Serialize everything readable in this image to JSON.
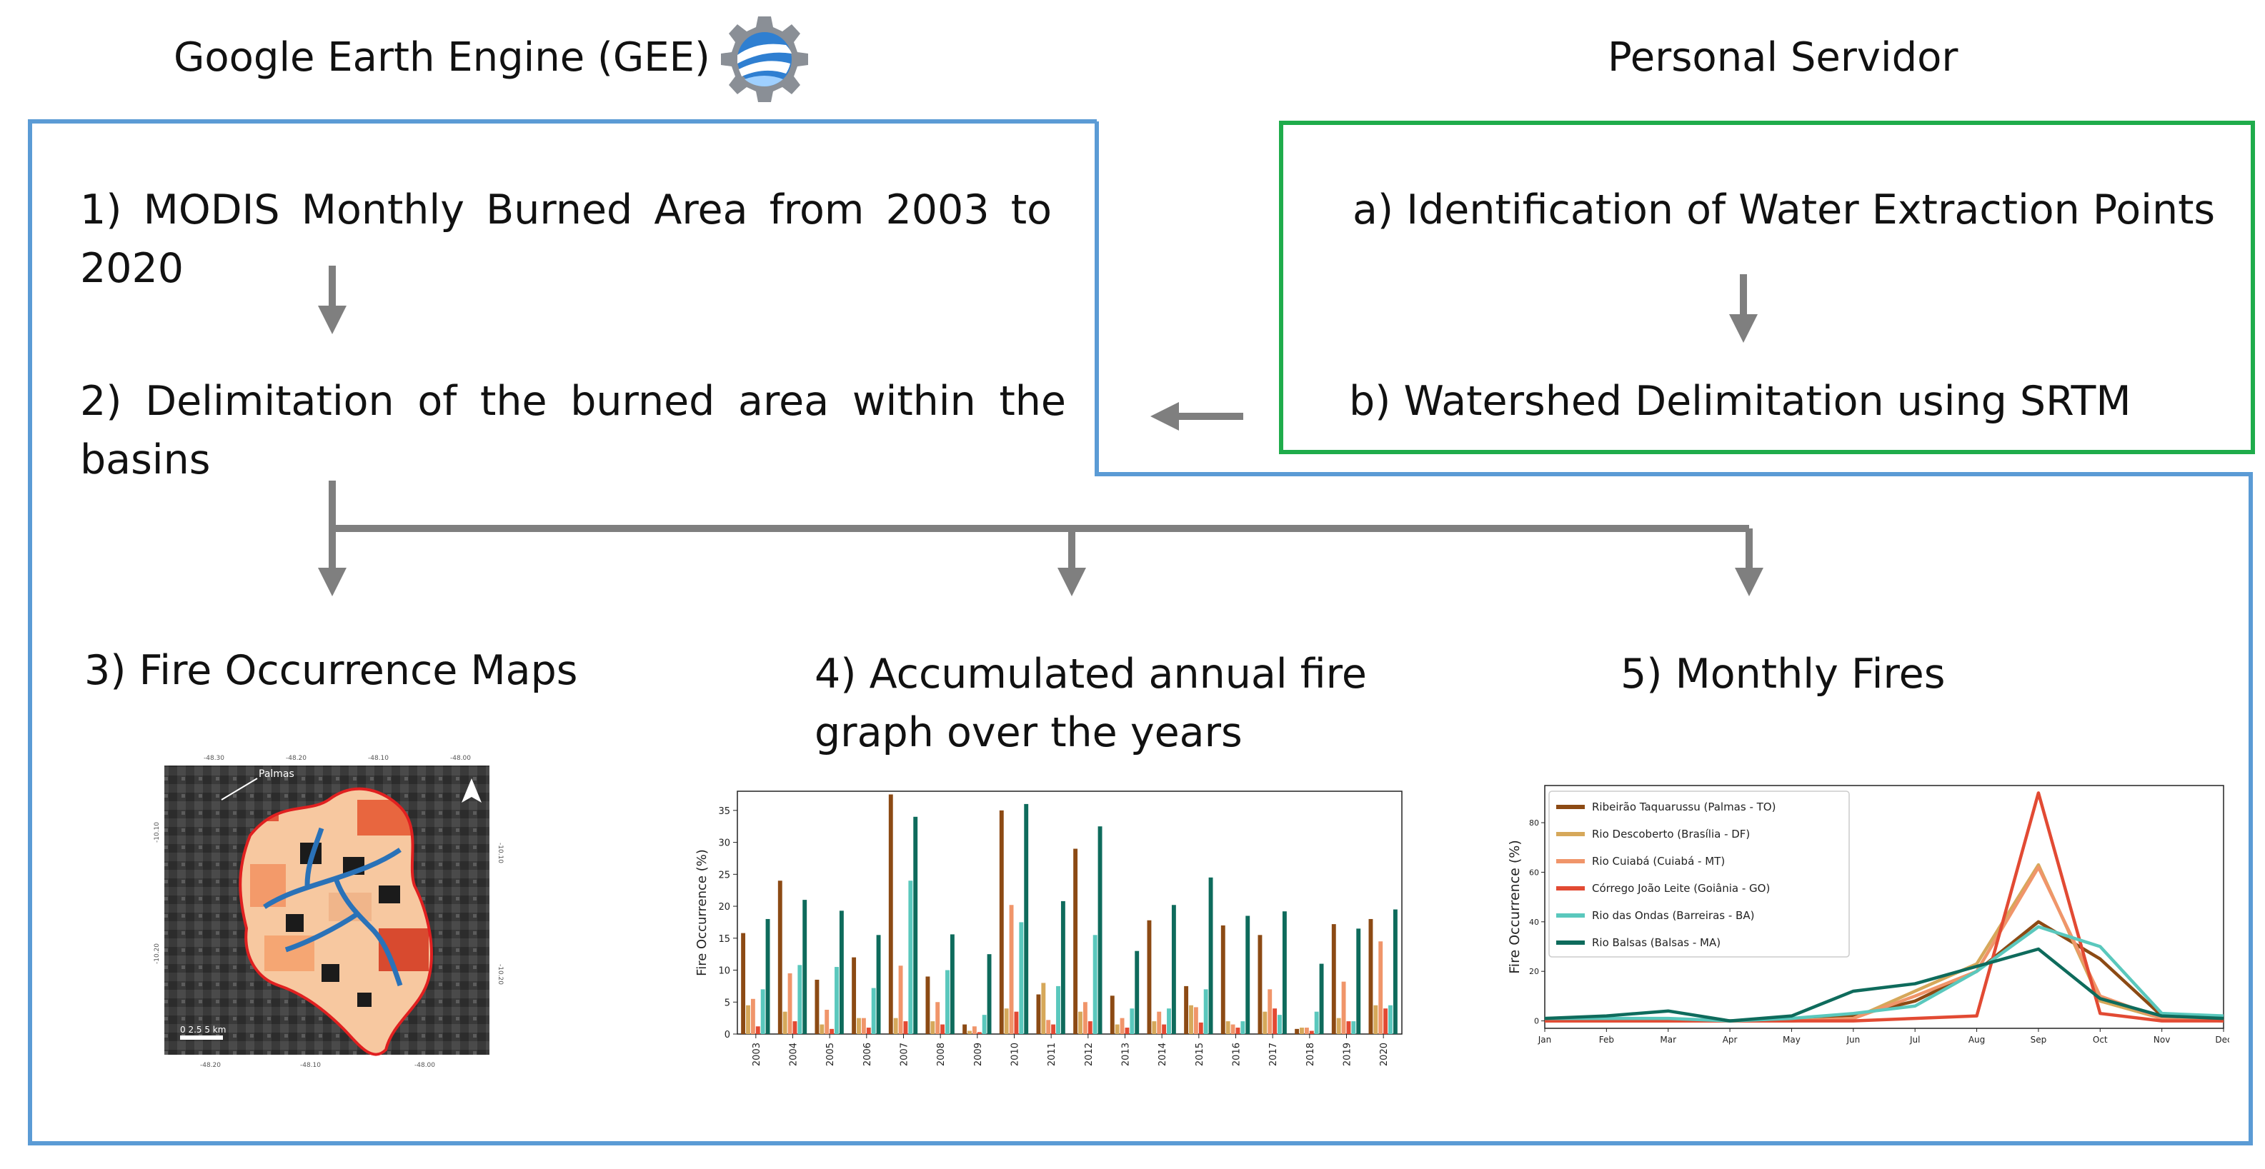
{
  "headers": {
    "gee": "Google Earth Engine (GEE)",
    "personal": "Personal Servidor"
  },
  "steps": {
    "s1": "1) MODIS Monthly Burned Area from 2003 to 2020",
    "s2": "2) Delimitation of the burned area within the basins",
    "sa": "a) Identification of Water Extraction Points",
    "sb": "b) Watershed Delimitation using SRTM",
    "s3": "3) Fire Occurrence Maps",
    "s4": "4) Accumulated annual fire graph over the years",
    "s5": "5) Monthly Fires"
  },
  "map": {
    "city_label": "Palmas",
    "scale_label": "0   2.5   5 km",
    "top_ticks": [
      "-48.30",
      "-48.20",
      "-48.10",
      "-48.00"
    ],
    "bottom_ticks": [
      "-48.20",
      "-48.10",
      "-48.00"
    ],
    "left_ticks": [
      "-10.10",
      "-10.20"
    ],
    "right_ticks": [
      "-10.10",
      "-10.20"
    ]
  },
  "colors": {
    "gee_box": "#5b9bd5",
    "server_box": "#1fac4b",
    "arrow": "#7f7f7f",
    "series": [
      "#8c4a14",
      "#d6a85a",
      "#f0956a",
      "#e24a33",
      "#5ac8bd",
      "#0e6b5c"
    ]
  },
  "chart_data": [
    {
      "type": "bar",
      "title": "",
      "ylabel": "Fire Occurrence (%)",
      "xlabel": "",
      "ylim": [
        0,
        38
      ],
      "yticks": [
        0,
        5,
        10,
        15,
        20,
        25,
        30,
        35
      ],
      "categories": [
        "2003",
        "2004",
        "2005",
        "2006",
        "2007",
        "2008",
        "2009",
        "2010",
        "2011",
        "2012",
        "2013",
        "2014",
        "2015",
        "2016",
        "2017",
        "2018",
        "2019",
        "2020"
      ],
      "series": [
        {
          "values": [
            15.8,
            24.0,
            8.5,
            12.0,
            37.5,
            9.0,
            1.5,
            35.0,
            6.2,
            29.0,
            6.0,
            17.8,
            7.5,
            17.0,
            15.5,
            0.8,
            17.2,
            18.0
          ]
        },
        {
          "values": [
            4.5,
            3.5,
            1.5,
            2.5,
            2.5,
            2.0,
            0.5,
            4.0,
            8.0,
            3.5,
            1.5,
            2.0,
            4.5,
            2.0,
            3.5,
            1.0,
            2.5,
            4.5
          ]
        },
        {
          "values": [
            5.5,
            9.5,
            3.8,
            2.5,
            10.7,
            5.0,
            1.2,
            20.2,
            2.2,
            5.0,
            2.5,
            3.5,
            4.2,
            1.5,
            7.0,
            1.0,
            8.2,
            14.5
          ]
        },
        {
          "values": [
            1.2,
            2.0,
            0.8,
            1.0,
            2.0,
            1.5,
            0.3,
            3.5,
            1.5,
            2.0,
            1.0,
            1.5,
            1.8,
            1.0,
            4.0,
            0.5,
            2.0,
            4.0
          ]
        },
        {
          "values": [
            7.0,
            10.8,
            10.5,
            7.2,
            24.0,
            10.0,
            3.0,
            17.5,
            7.5,
            15.5,
            4.0,
            4.0,
            7.0,
            2.0,
            3.0,
            3.5,
            2.0,
            4.5
          ]
        },
        {
          "values": [
            18.0,
            21.0,
            19.3,
            15.5,
            34.0,
            15.6,
            12.5,
            36.0,
            20.8,
            32.5,
            13.0,
            20.2,
            24.5,
            18.5,
            19.2,
            11.0,
            16.5,
            19.5
          ]
        }
      ]
    },
    {
      "type": "line",
      "title": "",
      "ylabel": "Fire Occurrence (%)",
      "xlabel": "",
      "ylim": [
        -3,
        95
      ],
      "yticks": [
        0,
        20,
        40,
        60,
        80
      ],
      "categories": [
        "Jan",
        "Feb",
        "Mar",
        "Apr",
        "May",
        "Jun",
        "Jul",
        "Aug",
        "Sep",
        "Oct",
        "Nov",
        "Dec"
      ],
      "legend_position": "top-left",
      "series": [
        {
          "name": "Ribeirão Taquarussu (Palmas - TO)",
          "values": [
            0,
            0,
            0,
            0,
            0,
            2,
            8,
            20,
            40,
            25,
            2,
            0
          ]
        },
        {
          "name": "Rio Descoberto (Brasília - DF)",
          "values": [
            0,
            0,
            0,
            0,
            0,
            1,
            12,
            23,
            63,
            8,
            1,
            0
          ]
        },
        {
          "name": "Rio Cuiabá (Cuiabá - MT)",
          "values": [
            0,
            0,
            0,
            0,
            0,
            1,
            10,
            20,
            62,
            10,
            1,
            0
          ]
        },
        {
          "name": "Córrego João Leite (Goiânia - GO)",
          "values": [
            0,
            0,
            0,
            0,
            0,
            0,
            1,
            2,
            92,
            3,
            0,
            0
          ]
        },
        {
          "name": "Rio das Ondas (Barreiras - BA)",
          "values": [
            1,
            1,
            1,
            0,
            1,
            3,
            6,
            20,
            38,
            30,
            3,
            2
          ]
        },
        {
          "name": "Rio Balsas (Balsas - MA)",
          "values": [
            1,
            2,
            4,
            0,
            2,
            12,
            15,
            22,
            29,
            9,
            2,
            1
          ]
        }
      ]
    }
  ]
}
